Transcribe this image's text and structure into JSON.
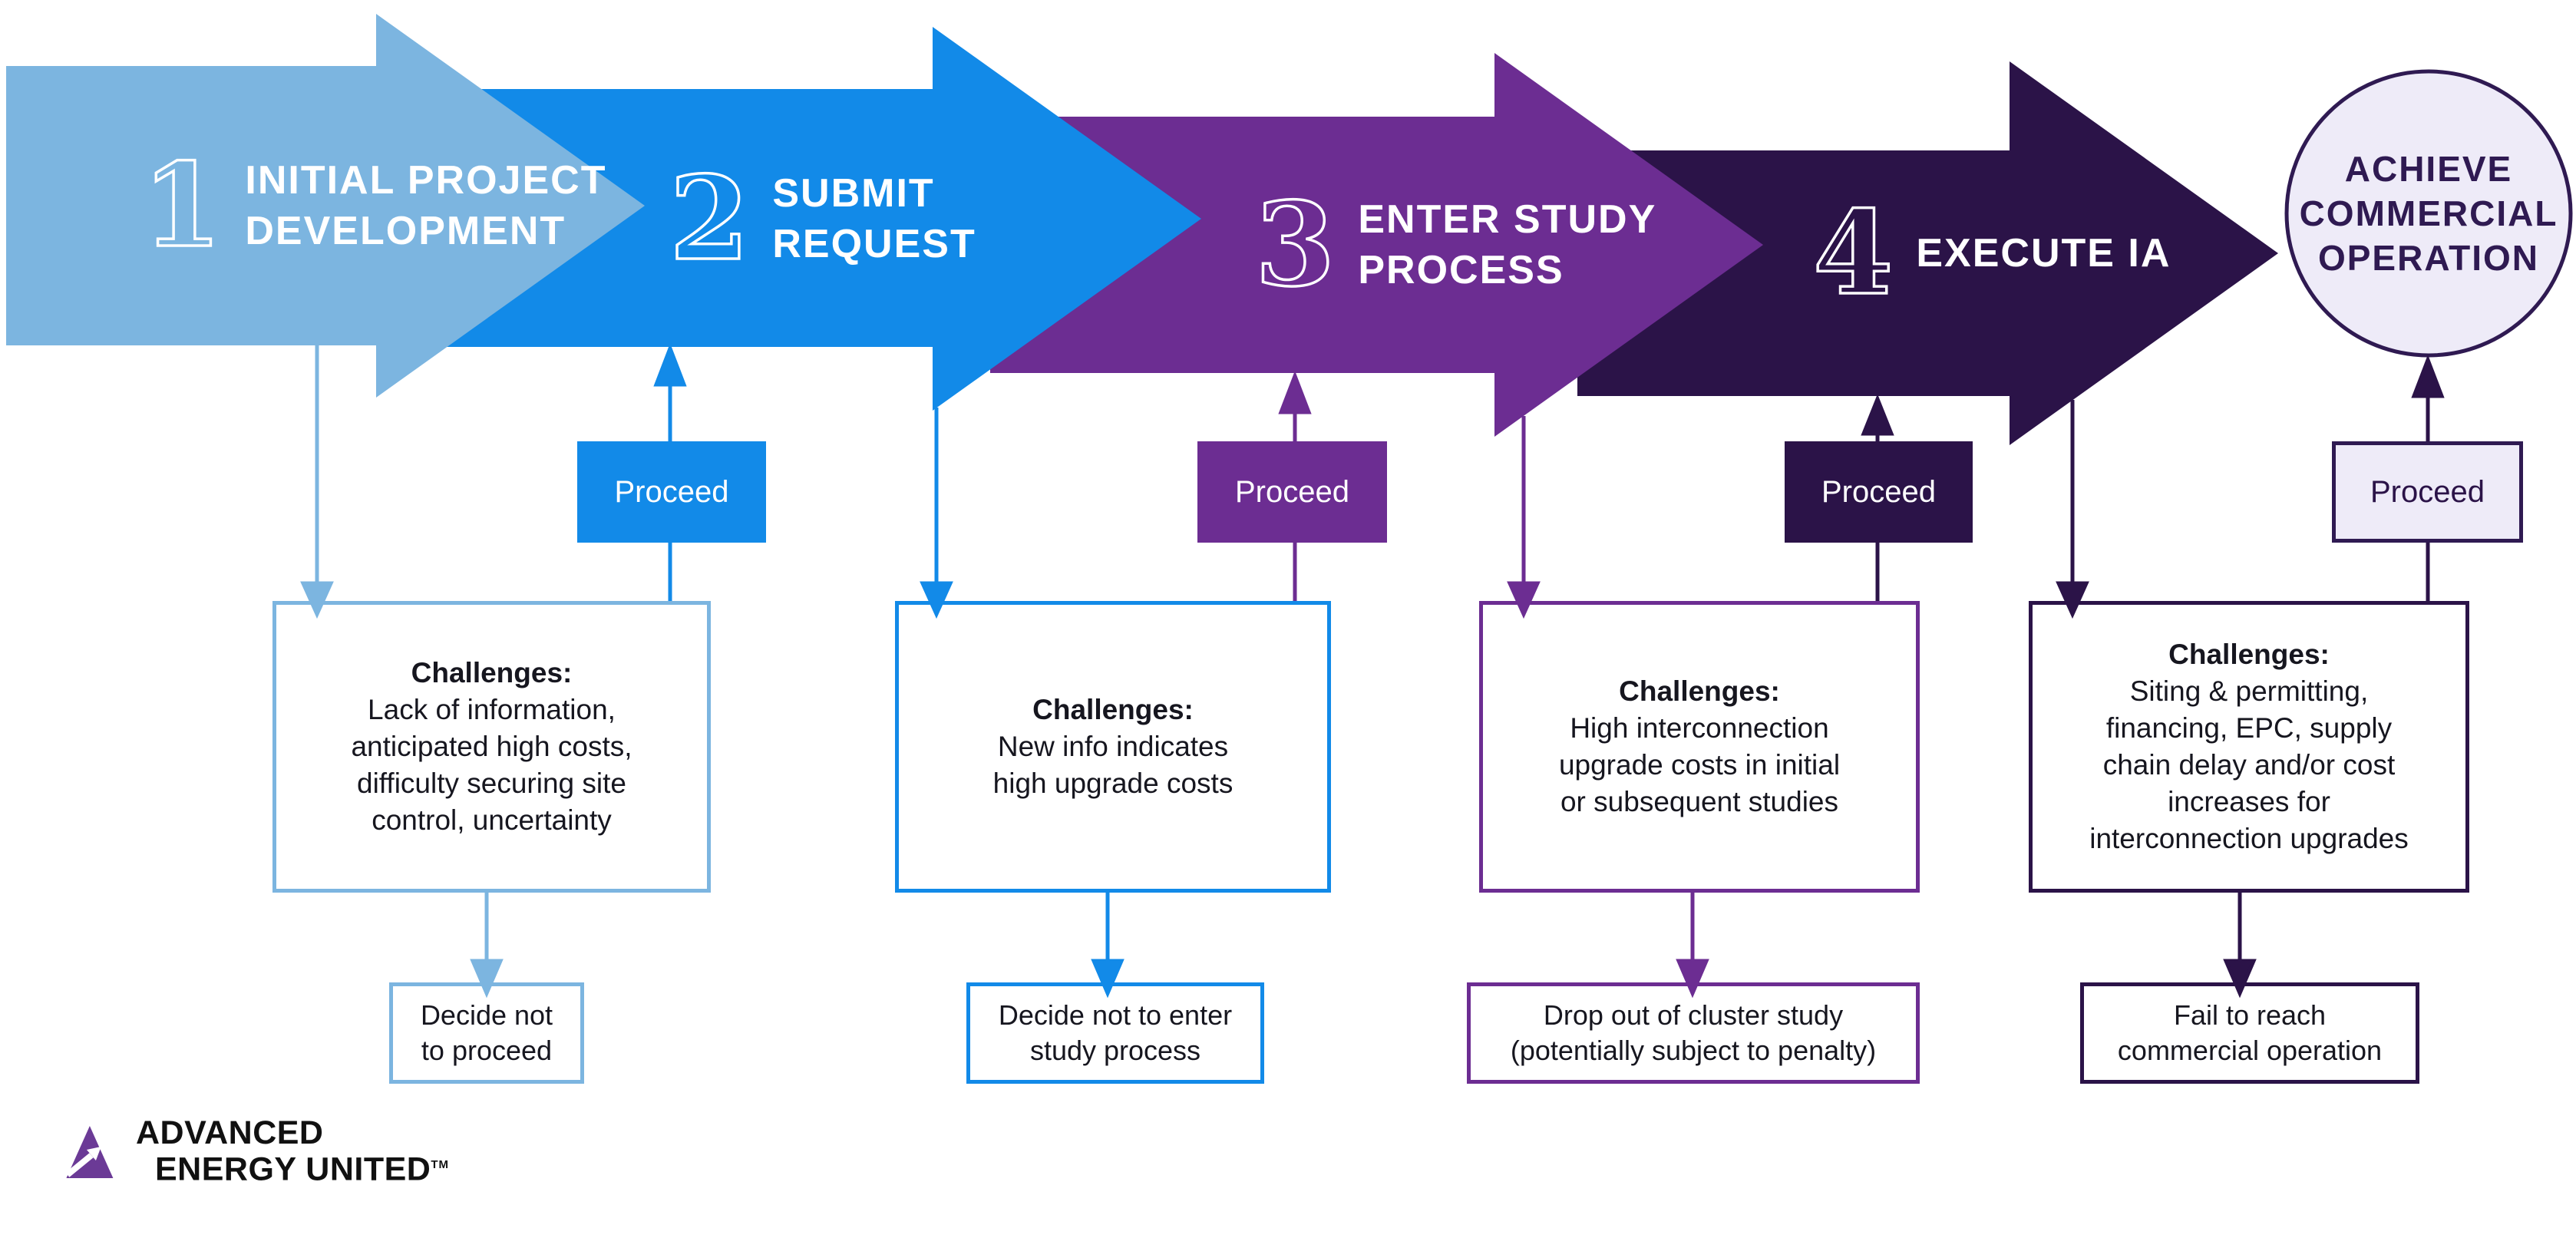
{
  "colors": {
    "stage1_light_blue": "#7CB5E0",
    "stage2_blue": "#128AE8",
    "stage3_purple": "#6C2D92",
    "stage4_dark_purple": "#2B1348",
    "final_lavender_fill": "#EEEBF8",
    "final_border": "#2F1A52",
    "body_text": "#16161F",
    "label_text": "#FFFFFF"
  },
  "stages": [
    {
      "number": "1",
      "title": "INITIAL PROJECT\nDEVELOPMENT",
      "proceed_label": "Proceed",
      "challenges_heading": "Challenges:",
      "challenges_text": "Lack of information,\nanticipated high costs,\ndifficulty securing site\ncontrol, uncertainty",
      "outcome_text": "Decide not\nto proceed"
    },
    {
      "number": "2",
      "title": "SUBMIT\nREQUEST",
      "proceed_label": "Proceed",
      "challenges_heading": "Challenges:",
      "challenges_text": "New info indicates\nhigh upgrade costs",
      "outcome_text": "Decide not to enter\nstudy process"
    },
    {
      "number": "3",
      "title": "ENTER STUDY\nPROCESS",
      "proceed_label": "Proceed",
      "challenges_heading": "Challenges:",
      "challenges_text": "High interconnection\nupgrade costs in initial\nor subsequent studies",
      "outcome_text": "Drop out of cluster study\n(potentially subject to penalty)"
    },
    {
      "number": "4",
      "title": "EXECUTE IA",
      "proceed_label": "Proceed",
      "challenges_heading": "Challenges:",
      "challenges_text": "Siting & permitting,\nfinancing, EPC, supply\nchain delay and/or cost\nincreases for\ninterconnection upgrades",
      "outcome_text": "Fail to reach\ncommercial operation"
    }
  ],
  "final_step": {
    "label": "ACHIEVE\nCOMMERCIAL\nOPERATION"
  },
  "logo": {
    "line1": "ADVANCED",
    "line2": "ENERGY UNITED",
    "trademark": "TM"
  }
}
